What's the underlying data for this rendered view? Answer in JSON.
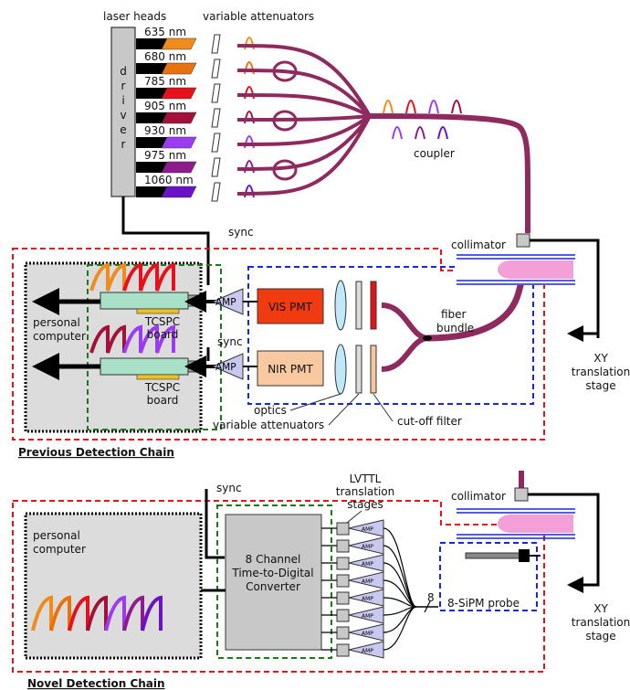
{
  "labels": {
    "laser_heads": "laser heads",
    "variable_attenuators_top": "variable attenuators",
    "driver": [
      "d",
      "r",
      "i",
      "v",
      "e",
      "r"
    ],
    "coupler": "coupler",
    "sync_top": "sync",
    "collimator_top": "collimator",
    "fiber_bundle": [
      "fiber",
      "bundle"
    ],
    "personal_computer_top": [
      "personal",
      "computer"
    ],
    "tcspc_board": [
      "TCSPC",
      "board"
    ],
    "amp": "AMP",
    "vis_pmt": "VIS PMT",
    "nir_pmt": "NIR PMT",
    "sync_mid": "sync",
    "xy_stage_top": [
      "XY",
      "translation",
      "stage"
    ],
    "optics": "optics",
    "variable_attenuators_bottom": "variable attenuators",
    "cutoff_filter": "cut-off filter",
    "previous_chain": "Previous Detection Chain",
    "sync_bottom": "sync",
    "lvttl": [
      "LVTTL",
      "translation",
      "stages"
    ],
    "collimator_bottom": "collimator",
    "personal_computer_bottom": [
      "personal",
      "computer"
    ],
    "tdc": [
      "8 Channel",
      "Time-to-Digital",
      "Converter"
    ],
    "amp_small": "AMP",
    "channel_count": "8",
    "sipm_probe": "8-SiPM probe",
    "xy_stage_bottom": [
      "XY",
      "translation",
      "stage"
    ],
    "novel_chain": "Novel Detection Chain"
  },
  "lasers": [
    {
      "wavelength": "635 nm",
      "color": "#f08c1c"
    },
    {
      "wavelength": "680 nm",
      "color": "#e8720e"
    },
    {
      "wavelength": "785 nm",
      "color": "#e8101a"
    },
    {
      "wavelength": "905 nm",
      "color": "#a3103a"
    },
    {
      "wavelength": "930 nm",
      "color": "#9b3cf0"
    },
    {
      "wavelength": "975 nm",
      "color": "#8e1a8e"
    },
    {
      "wavelength": "1060 nm",
      "color": "#6a12c8"
    }
  ],
  "colors": {
    "fiber": "#8e2a5e",
    "red_dash": "#e8101a",
    "blue_dash": "#1a24e8",
    "green_dash": "#1a7a1a",
    "vis_pmt": "#f03a10",
    "nir_pmt": "#f8c8a0",
    "tcspc": "#a8e0c8",
    "amp": "#c8c8f0",
    "pink": "#f4a0d8"
  }
}
